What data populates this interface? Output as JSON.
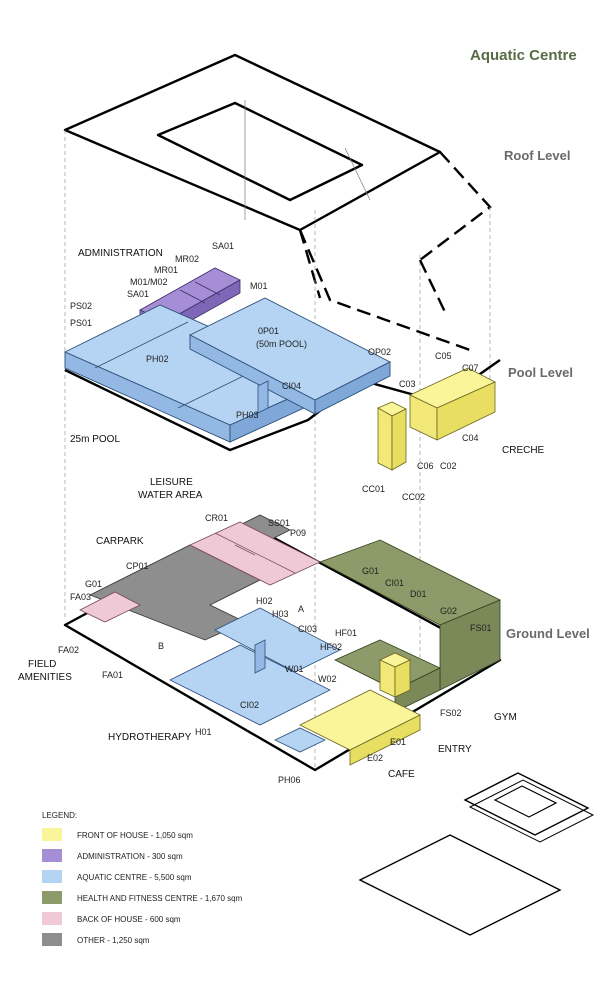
{
  "title": "Aquatic Centre",
  "levels": [
    "Roof Level",
    "Pool Level",
    "Ground Level"
  ],
  "sections": {
    "administration": "ADMINISTRATION",
    "pool25": "25m POOL",
    "leisure1": "LEISURE",
    "leisure2": "WATER AREA",
    "creche": "CRECHE",
    "carpark": "CARPARK",
    "field1": "FIELD",
    "field2": "AMENITIES",
    "hydrotherapy": "HYDROTHERAPY",
    "gym": "GYM",
    "entry": "ENTRY",
    "cafe": "CAFE"
  },
  "pool_labels": {
    "sa01_top": "SA01",
    "mr02": "MR02",
    "mr01": "MR01",
    "m01m02": "M01/M02",
    "sa01": "SA01",
    "m01": "M01",
    "ps02": "PS02",
    "ps01": "PS01",
    "op01": "0P01",
    "op01_sub": "(50m POOL)",
    "op02": "OP02",
    "ph02": "PH02",
    "ci04": "CI04",
    "ph03": "PH03",
    "c03": "C03",
    "c05": "C05",
    "c07": "C07",
    "c04": "C04",
    "c06": "C06",
    "c02": "C02",
    "cc01": "CC01",
    "cc02": "CC02"
  },
  "ground_labels": {
    "cr01": "CR01",
    "ss01": "SS01",
    "p09": "P09",
    "cp01": "CP01",
    "g01_left": "G01",
    "fa03": "FA03",
    "fa02": "FA02",
    "fa01": "FA01",
    "h02": "H02",
    "h03": "H03",
    "a": "A",
    "b": "B",
    "ci03": "CI03",
    "g01_right": "G01",
    "ci01": "CI01",
    "d01": "D01",
    "g02": "G02",
    "fs01": "FS01",
    "hf01": "HF01",
    "hf02": "HF02",
    "w01": "W01",
    "w02": "W02",
    "ci02": "CI02",
    "h01": "H01",
    "fs02": "FS02",
    "e01": "E01",
    "e02": "E02",
    "ph06": "PH06"
  },
  "legend": {
    "heading": "LEGEND:",
    "items": [
      {
        "label": "FRONT OF HOUSE - 1,050 sqm",
        "color": "#fbf59a"
      },
      {
        "label": "ADMINISTRATION - 300 sqm",
        "color": "#a68ed6"
      },
      {
        "label": "AQUATIC CENTRE - 5,500 sqm",
        "color": "#b5d3f2"
      },
      {
        "label": "HEALTH AND FITNESS CENTRE - 1,670 sqm",
        "color": "#8d9b6a"
      },
      {
        "label": "BACK OF HOUSE - 600 sqm",
        "color": "#efc9d6"
      },
      {
        "label": "OTHER - 1,250 sqm",
        "color": "#8e8e8e"
      }
    ]
  },
  "colors": {
    "front_of_house": "#fbf59a",
    "administration": "#a68ed6",
    "aquatic": "#b5d3f2",
    "health_fitness": "#8d9b6a",
    "back_of_house": "#efc9d6",
    "other": "#8e8e8e",
    "title": "#5b6b46"
  }
}
